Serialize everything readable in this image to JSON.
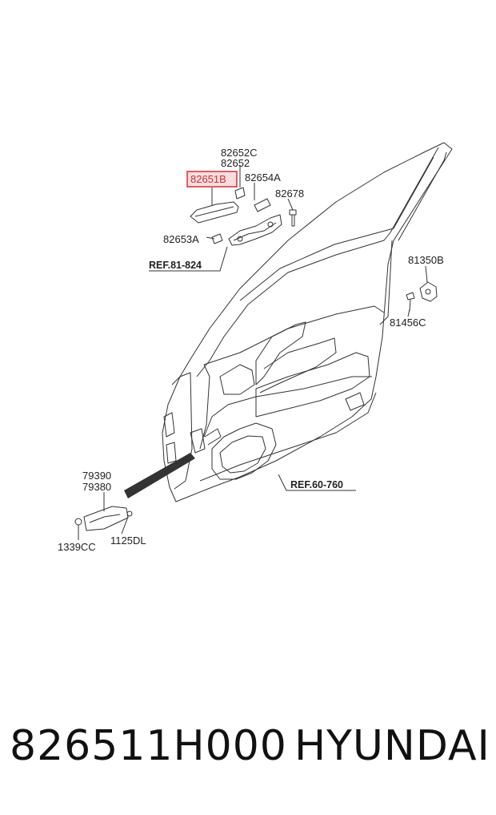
{
  "diagram": {
    "labels": {
      "c82652C": "82652C",
      "c82652": "82652",
      "c82651B": "82651B",
      "c82654A": "82654A",
      "c82678": "82678",
      "c82653A": "82653A",
      "ref81824": "REF.81-824",
      "c81350B": "81350B",
      "c81456C": "81456C",
      "c79390": "79390",
      "c79380": "79380",
      "c1339CC": "1339CC",
      "c1125DL": "1125DL",
      "ref60760": "REF.60-760"
    },
    "highlight_color": "#d0303a",
    "highlight_fill": "#f6dede",
    "highlighted_label": "82651B"
  },
  "footer": {
    "part_number": "826511H000",
    "brand": "HYUNDAI"
  }
}
